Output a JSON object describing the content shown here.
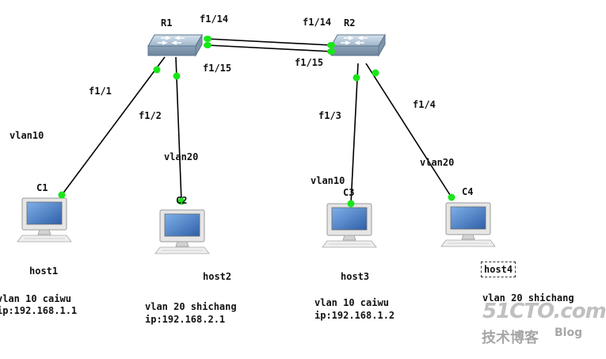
{
  "routers": [
    {
      "name": "R1"
    },
    {
      "name": "R2"
    }
  ],
  "hosts": [
    {
      "device": "C1",
      "name": "host1",
      "vlan": "vlan10",
      "info": "vlan 10 caiwu",
      "ip": "ip:192.168.1.1"
    },
    {
      "device": "C2",
      "name": "host2",
      "vlan": "vlan20",
      "info": "vlan 20 shichang",
      "ip": "ip:192.168.2.1"
    },
    {
      "device": "C3",
      "name": "host3",
      "vlan": "vlan10",
      "info": "vlan 10 caiwu",
      "ip": "ip:192.168.1.2"
    },
    {
      "device": "C4",
      "name": "host4",
      "vlan": "vlan20",
      "info": "vlan 20 shichang",
      "ip": ""
    }
  ],
  "ports": {
    "r1_trunk": "f1/14",
    "r1_trunk2": "f1/15",
    "r2_trunk": "f1/14",
    "r2_trunk2": "f1/15",
    "r1_c1": "f1/1",
    "r1_c2": "f1/2",
    "r2_c3": "f1/3",
    "r2_c4": "f1/4"
  },
  "watermark": {
    "brand": "51CTO.com",
    "sub": "技术博客",
    "blog": "Blog"
  },
  "colors": {
    "link": "#000000",
    "port_dot": "#19e619",
    "switch_body": "#9fb5c9",
    "monitor_screen": "#4f82c9"
  }
}
